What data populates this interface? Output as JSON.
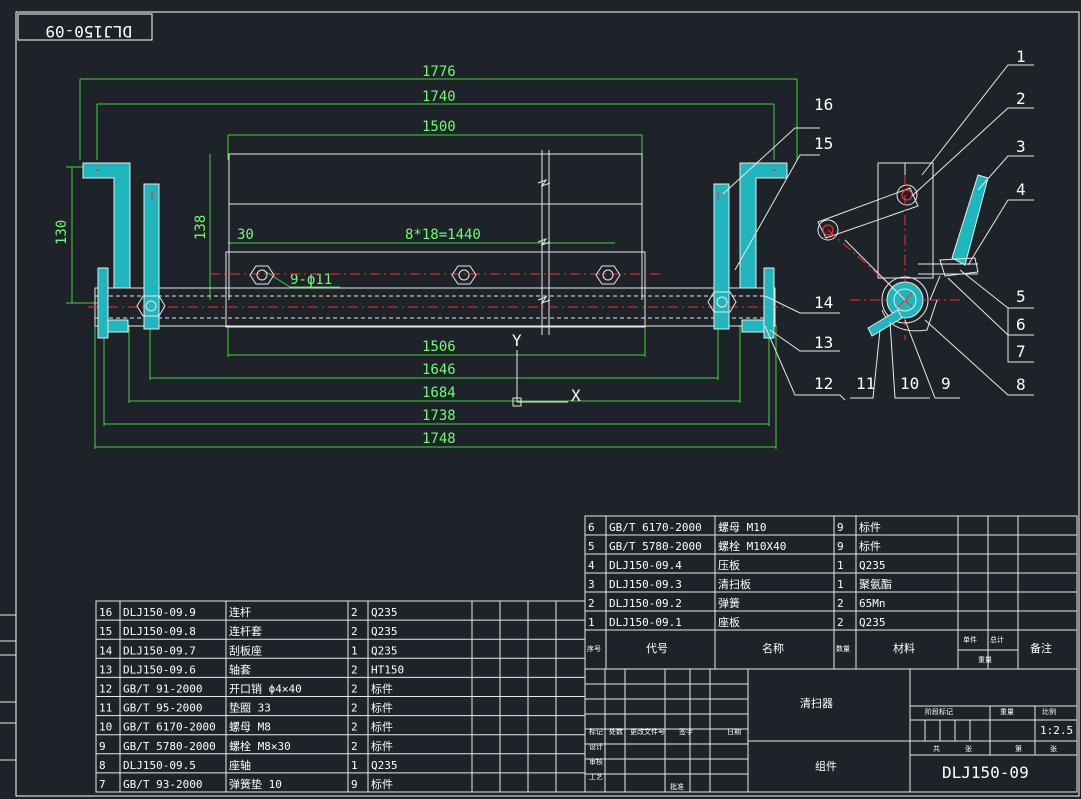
{
  "title_stamp": "DLJ150-09",
  "dimensions": {
    "d1776": "1776",
    "d1740": "1740",
    "d1500": "1500",
    "d130": "130",
    "d138": "138",
    "d30": "30",
    "pitch": "8*18=1440",
    "holes": "9-ϕ11",
    "d1506": "1506",
    "d1646": "1646",
    "d1684": "1684",
    "d1738": "1738",
    "d1748": "1748"
  },
  "axis": {
    "y": "Y",
    "x": "X"
  },
  "balloons": [
    "1",
    "2",
    "3",
    "4",
    "5",
    "6",
    "7",
    "8",
    "9",
    "10",
    "11",
    "12",
    "13",
    "14",
    "15",
    "16"
  ],
  "bom_left": [
    {
      "no": "16",
      "code": "DLJ150-09.9",
      "name": "连杆",
      "qty": "2",
      "mat": "Q235"
    },
    {
      "no": "15",
      "code": "DLJ150-09.8",
      "name": "连杆套",
      "qty": "2",
      "mat": "Q235"
    },
    {
      "no": "14",
      "code": "DLJ150-09.7",
      "name": "刮板座",
      "qty": "1",
      "mat": "Q235"
    },
    {
      "no": "13",
      "code": "DLJ150-09.6",
      "name": "轴套",
      "qty": "2",
      "mat": "HT150"
    },
    {
      "no": "12",
      "code": "GB/T 91-2000",
      "name": "开口销 ϕ4✕40",
      "qty": "2",
      "mat": "标件"
    },
    {
      "no": "11",
      "code": "GB/T 95-2000",
      "name": "垫圈 33",
      "qty": "2",
      "mat": "标件"
    },
    {
      "no": "10",
      "code": "GB/T 6170-2000",
      "name": "螺母 M8",
      "qty": "2",
      "mat": "标件"
    },
    {
      "no": "9",
      "code": "GB/T 5780-2000",
      "name": "螺栓 M8✕30",
      "qty": "2",
      "mat": "标件"
    },
    {
      "no": "8",
      "code": "DLJ150-09.5",
      "name": "座轴",
      "qty": "1",
      "mat": "Q235"
    },
    {
      "no": "7",
      "code": "GB/T 93-2000",
      "name": "弹簧垫 10",
      "qty": "9",
      "mat": "标件"
    }
  ],
  "bom_right": [
    {
      "no": "6",
      "code": "GB/T 6170-2000",
      "name": "螺母 M10",
      "qty": "9",
      "mat": "标件"
    },
    {
      "no": "5",
      "code": "GB/T 5780-2000",
      "name": "螺栓 M10X40",
      "qty": "9",
      "mat": "标件"
    },
    {
      "no": "4",
      "code": "DLJ150-09.4",
      "name": "压板",
      "qty": "1",
      "mat": "Q235"
    },
    {
      "no": "3",
      "code": "DLJ150-09.3",
      "name": "清扫板",
      "qty": "1",
      "mat": "聚氨酯"
    },
    {
      "no": "2",
      "code": "DLJ150-09.2",
      "name": "弹簧",
      "qty": "2",
      "mat": "65Mn"
    },
    {
      "no": "1",
      "code": "DLJ150-09.1",
      "name": "座板",
      "qty": "2",
      "mat": "Q235"
    }
  ],
  "bom_header": {
    "no": "序号",
    "code": "代号",
    "name": "名称",
    "qty": "数量",
    "mat": "材料",
    "w1": "单件",
    "w2": "总计",
    "wt": "重量",
    "note": "备注"
  },
  "title_block": {
    "product": "清扫器",
    "type": "组件",
    "drawing_no": "DLJ150-09",
    "scale": "1:2.5",
    "small": [
      "标记",
      "处数",
      "更改文件号",
      "签字",
      "日期",
      "设计",
      "审核",
      "工艺",
      "批准",
      "阶段标记",
      "重量",
      "比例",
      "共",
      "张",
      "第",
      "张"
    ]
  }
}
